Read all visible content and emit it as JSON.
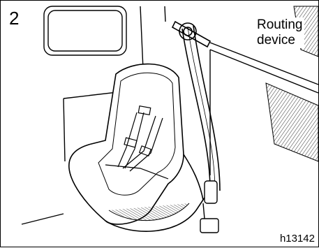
{
  "figure": {
    "step_number": "2",
    "callout": {
      "line1": "Routing",
      "line2": "device"
    },
    "figure_code": "h13142"
  }
}
